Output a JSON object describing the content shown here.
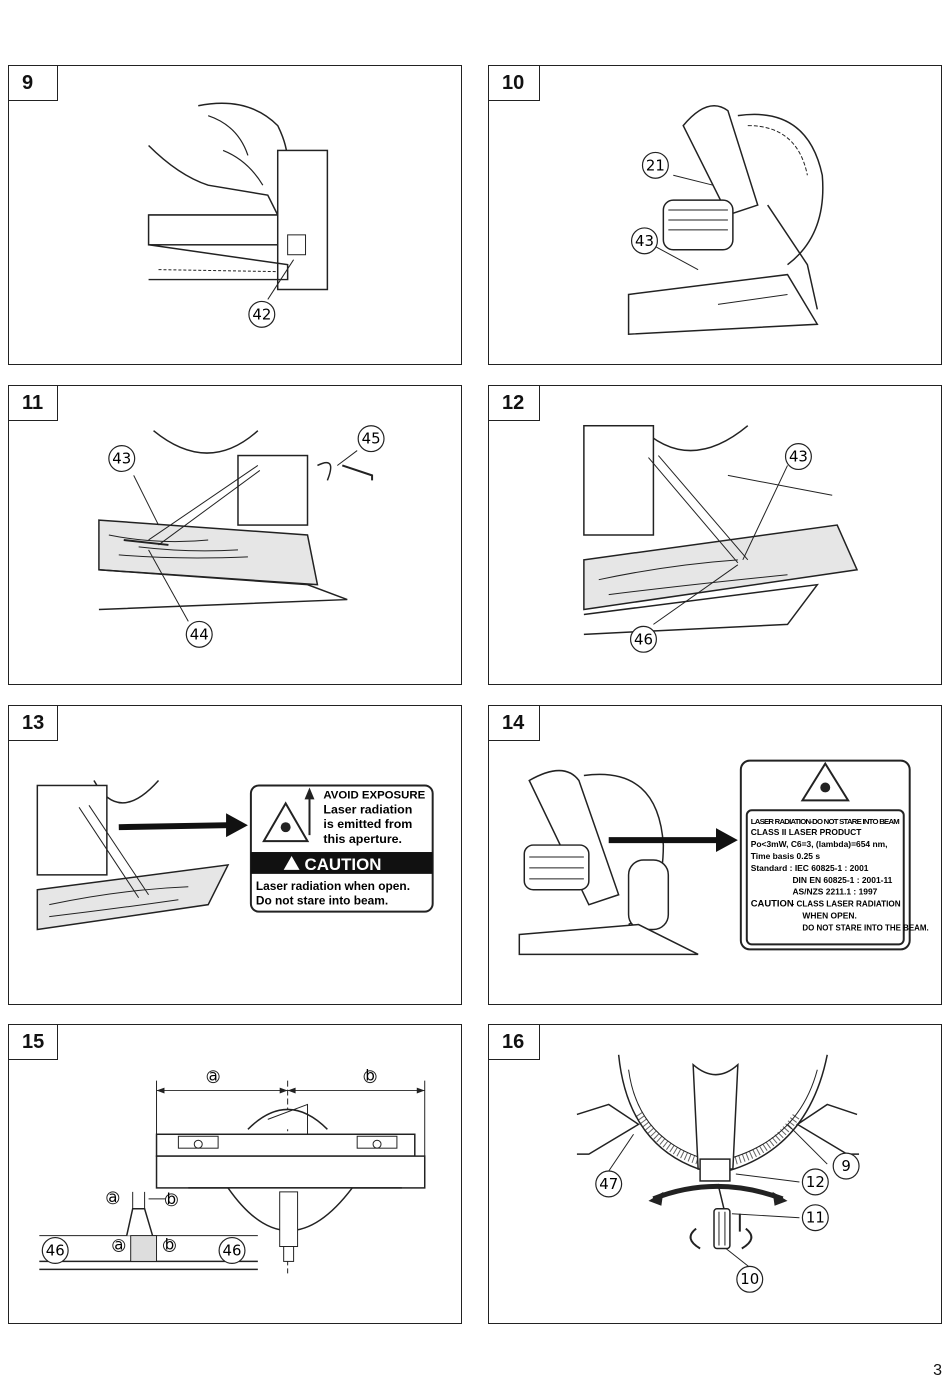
{
  "page": {
    "number": "3"
  },
  "figures": [
    {
      "number": "9",
      "callouts": [
        "42"
      ]
    },
    {
      "number": "10",
      "callouts": [
        "21",
        "43"
      ]
    },
    {
      "number": "11",
      "callouts": [
        "43",
        "45",
        "44"
      ]
    },
    {
      "number": "12",
      "callouts": [
        "43",
        "46"
      ]
    },
    {
      "number": "13",
      "callouts": [],
      "label": {
        "avoid": "AVOID EXPOSURE",
        "line1": "Laser radiation",
        "line2": "is emitted from",
        "line3": "this aperture.",
        "caution": "CAUTION",
        "bottom1": "Laser radiation when open.",
        "bottom2": "Do not stare into beam."
      }
    },
    {
      "number": "14",
      "callouts": [],
      "label": {
        "l1": "LASER RADIATION-DO NOT STARE INTO BEAM",
        "l2": "CLASS II LASER PRODUCT",
        "l3": "Po<3mW, C6=3, (lambda)=654 nm,",
        "l4": "Time basis 0.25 s",
        "l5": "Standard : IEC 60825-1 : 2001",
        "l6": "DIN EN 60825-1 : 2001-11",
        "l7": "AS/NZS 2211.1 : 1997",
        "l8a": "CAUTION",
        "l8b": "- CLASS   LASER RADIATION",
        "l9": "WHEN OPEN.",
        "l10": "DO NOT STARE INTO THE BEAM."
      }
    },
    {
      "number": "15",
      "callouts": [
        "a",
        "b",
        "a",
        "b",
        "a",
        "b",
        "46",
        "46"
      ]
    },
    {
      "number": "16",
      "callouts": [
        "47",
        "9",
        "12",
        "11",
        "10"
      ]
    }
  ],
  "colors": {
    "line": "#222222",
    "fill_dark": "#1a1a1a",
    "wood": "#e6e6e6"
  }
}
